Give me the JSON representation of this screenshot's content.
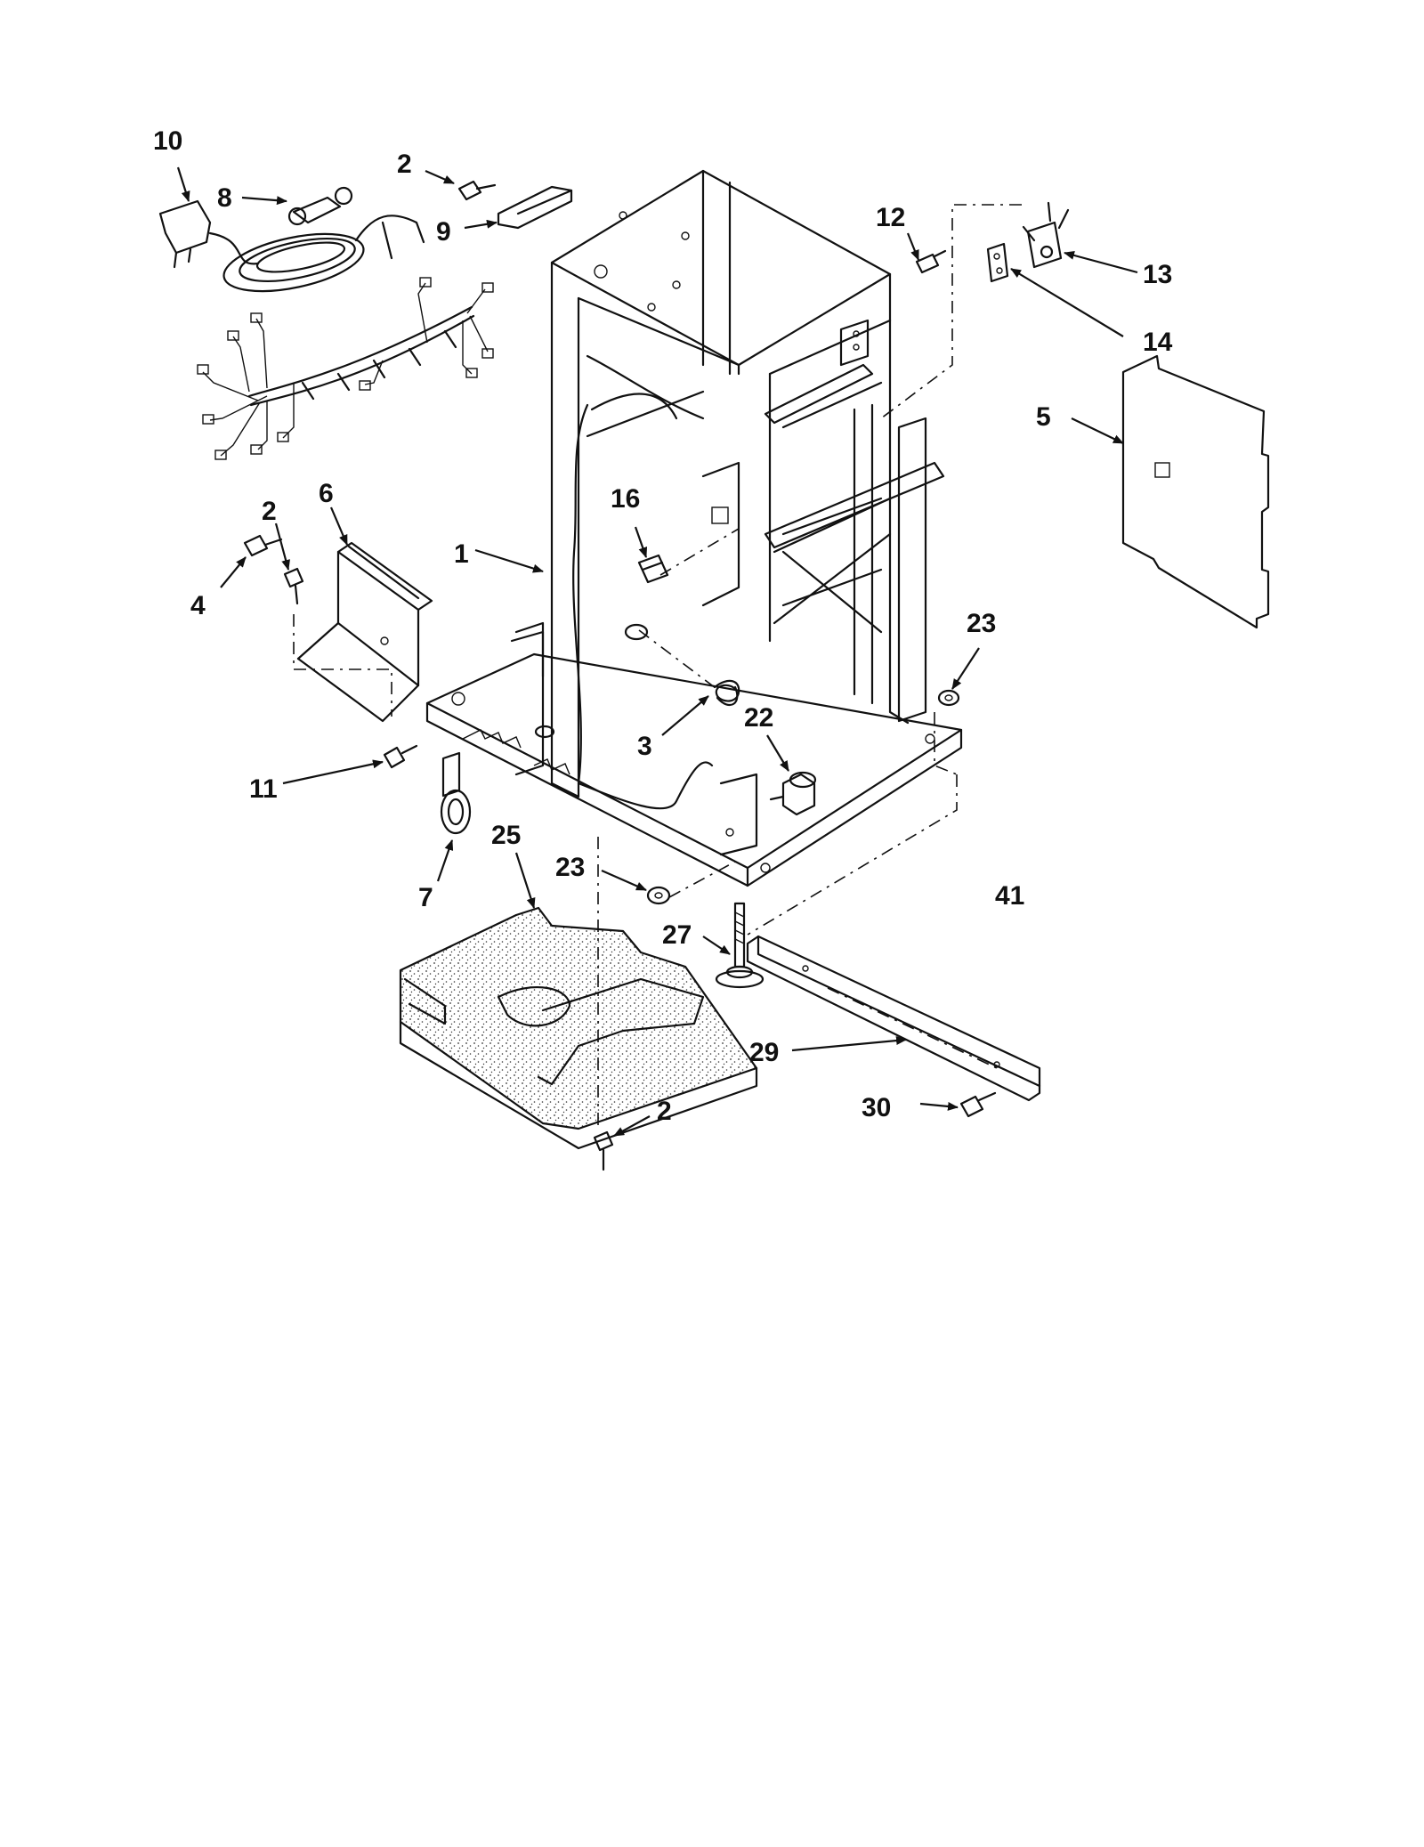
{
  "callouts": [
    {
      "id": "c10",
      "text": "10"
    },
    {
      "id": "c8",
      "text": "8"
    },
    {
      "id": "c2a",
      "text": "2"
    },
    {
      "id": "c9",
      "text": "9"
    },
    {
      "id": "c12",
      "text": "12"
    },
    {
      "id": "c13",
      "text": "13"
    },
    {
      "id": "c14",
      "text": "14"
    },
    {
      "id": "c5",
      "text": "5"
    },
    {
      "id": "c2b",
      "text": "2"
    },
    {
      "id": "c6",
      "text": "6"
    },
    {
      "id": "c4",
      "text": "4"
    },
    {
      "id": "c1",
      "text": "1"
    },
    {
      "id": "c16",
      "text": "16"
    },
    {
      "id": "c23a",
      "text": "23"
    },
    {
      "id": "c3",
      "text": "3"
    },
    {
      "id": "c22",
      "text": "22"
    },
    {
      "id": "c11",
      "text": "11"
    },
    {
      "id": "c7",
      "text": "7"
    },
    {
      "id": "c25",
      "text": "25"
    },
    {
      "id": "c23b",
      "text": "23"
    },
    {
      "id": "c41",
      "text": "41"
    },
    {
      "id": "c27",
      "text": "27"
    },
    {
      "id": "c29",
      "text": "29"
    },
    {
      "id": "c30",
      "text": "30"
    },
    {
      "id": "c2c",
      "text": "2"
    }
  ]
}
